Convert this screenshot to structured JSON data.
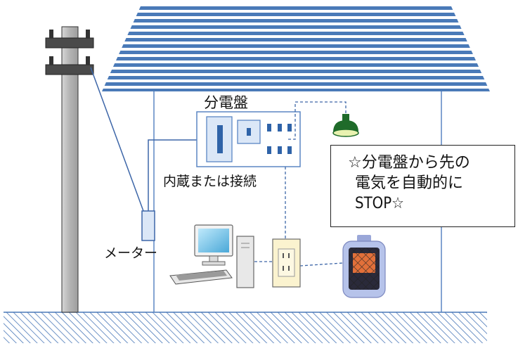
{
  "labels": {
    "panel": "分電盤",
    "builtin": "内蔵または接続",
    "meter": "メーター"
  },
  "callout": {
    "line1": "☆分電盤から先の",
    "line2": "電気を自動的に",
    "line3": "STOP☆"
  },
  "colors": {
    "roof": "#4a7ab8",
    "wall": "#5b86c4",
    "pole": "#b5b5b5",
    "ground_hatch": "#4a78b8",
    "lamp": "#1f6b2a",
    "outlet": "#fbf3cf",
    "heater_frame": "#b6c3ea",
    "heater_element": "#e2703a"
  }
}
